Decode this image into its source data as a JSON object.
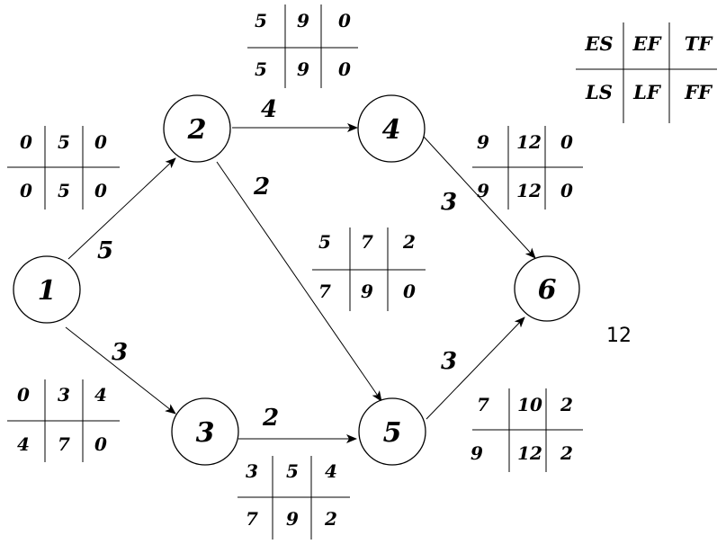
{
  "nodes": [
    {
      "id": "1",
      "label": "1"
    },
    {
      "id": "2",
      "label": "2"
    },
    {
      "id": "3",
      "label": "3"
    },
    {
      "id": "4",
      "label": "4"
    },
    {
      "id": "5",
      "label": "5"
    },
    {
      "id": "6",
      "label": "6"
    }
  ],
  "edges": [
    {
      "from": "1",
      "to": "2",
      "duration": "5"
    },
    {
      "from": "1",
      "to": "3",
      "duration": "3"
    },
    {
      "from": "2",
      "to": "4",
      "duration": "4"
    },
    {
      "from": "2",
      "to": "5",
      "duration": "2"
    },
    {
      "from": "3",
      "to": "5",
      "duration": "2"
    },
    {
      "from": "4",
      "to": "6",
      "duration": "3"
    },
    {
      "from": "5",
      "to": "6",
      "duration": "3"
    }
  ],
  "legend": {
    "row1": [
      "ES",
      "EF",
      "TF"
    ],
    "row2": [
      "LS",
      "LF",
      "FF"
    ]
  },
  "activity_tables": [
    {
      "activity": "1-2",
      "row1": [
        "0",
        "5",
        "0"
      ],
      "row2": [
        "0",
        "5",
        "0"
      ]
    },
    {
      "activity": "2-4",
      "row1": [
        "5",
        "9",
        "0"
      ],
      "row2": [
        "5",
        "9",
        "0"
      ]
    },
    {
      "activity": "4-6",
      "row1": [
        "9",
        "12",
        "0"
      ],
      "row2": [
        "9",
        "12",
        "0"
      ]
    },
    {
      "activity": "2-5",
      "row1": [
        "5",
        "7",
        "2"
      ],
      "row2": [
        "7",
        "9",
        "0"
      ]
    },
    {
      "activity": "1-3",
      "row1": [
        "0",
        "3",
        "4"
      ],
      "row2": [
        "4",
        "7",
        "0"
      ]
    },
    {
      "activity": "3-5",
      "row1": [
        "3",
        "5",
        "4"
      ],
      "row2": [
        "7",
        "9",
        "2"
      ]
    },
    {
      "activity": "5-6",
      "row1": [
        "7",
        "10",
        "2"
      ],
      "row2": [
        "9",
        "12",
        "2"
      ]
    }
  ],
  "project_duration": "12"
}
